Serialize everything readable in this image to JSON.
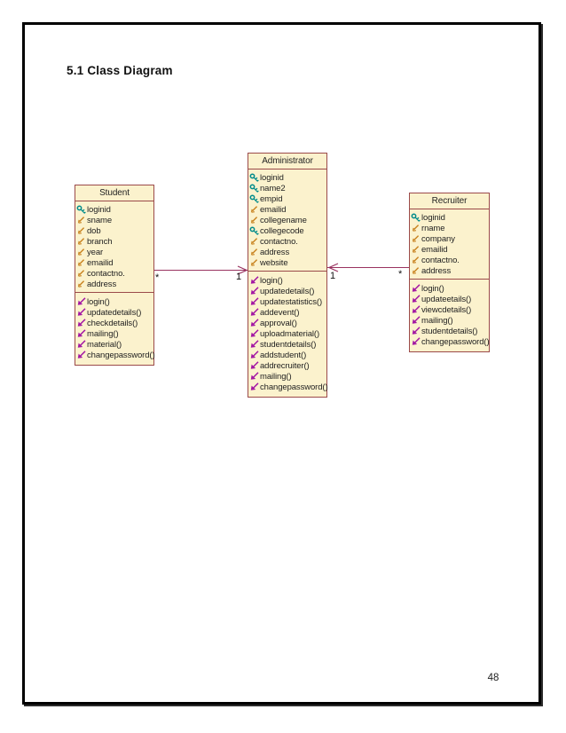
{
  "page": {
    "title": "5.1 Class Diagram",
    "page_number": "48"
  },
  "colors": {
    "class_fill": "#FBF2CD",
    "class_border": "#9B4A4A",
    "association_line": "#993360",
    "key_icon": "#008B8B",
    "attribute_icon": "#C8821E",
    "method_icon": "#A317A3"
  },
  "diagram": {
    "classes": [
      {
        "name": "Student",
        "attributes": [
          {
            "label": "loginid",
            "icon": "key"
          },
          {
            "label": "sname",
            "icon": "attribute"
          },
          {
            "label": "dob",
            "icon": "attribute"
          },
          {
            "label": "branch",
            "icon": "attribute"
          },
          {
            "label": "year",
            "icon": "attribute"
          },
          {
            "label": "emailid",
            "icon": "attribute"
          },
          {
            "label": "contactno.",
            "icon": "attribute"
          },
          {
            "label": "address",
            "icon": "attribute"
          }
        ],
        "methods": [
          {
            "label": "login()",
            "icon": "method"
          },
          {
            "label": "updatedetails()",
            "icon": "method"
          },
          {
            "label": "checkdetails()",
            "icon": "method"
          },
          {
            "label": "mailing()",
            "icon": "method"
          },
          {
            "label": "material()",
            "icon": "method"
          },
          {
            "label": "changepassword()",
            "icon": "method"
          }
        ]
      },
      {
        "name": "Administrator",
        "attributes": [
          {
            "label": "loginid",
            "icon": "key"
          },
          {
            "label": "name2",
            "icon": "key"
          },
          {
            "label": "empid",
            "icon": "key"
          },
          {
            "label": "emailid",
            "icon": "attribute"
          },
          {
            "label": "collegename",
            "icon": "attribute"
          },
          {
            "label": "collegecode",
            "icon": "key"
          },
          {
            "label": "contactno.",
            "icon": "attribute"
          },
          {
            "label": "address",
            "icon": "attribute"
          },
          {
            "label": "website",
            "icon": "attribute"
          }
        ],
        "methods": [
          {
            "label": "login()",
            "icon": "method"
          },
          {
            "label": "updatedetails()",
            "icon": "method"
          },
          {
            "label": "updatestatistics()",
            "icon": "method"
          },
          {
            "label": "addevent()",
            "icon": "method"
          },
          {
            "label": "approval()",
            "icon": "method"
          },
          {
            "label": "uploadmaterial()",
            "icon": "method"
          },
          {
            "label": "studentdetails()",
            "icon": "method"
          },
          {
            "label": "addstudent()",
            "icon": "method"
          },
          {
            "label": "addrecruiter()",
            "icon": "method"
          },
          {
            "label": "mailing()",
            "icon": "method"
          },
          {
            "label": "changepassword()",
            "icon": "method"
          }
        ]
      },
      {
        "name": "Recruiter",
        "attributes": [
          {
            "label": "loginid",
            "icon": "key"
          },
          {
            "label": "rname",
            "icon": "attribute"
          },
          {
            "label": "company",
            "icon": "attribute"
          },
          {
            "label": "emailid",
            "icon": "attribute"
          },
          {
            "label": "contactno.",
            "icon": "attribute"
          },
          {
            "label": "address",
            "icon": "attribute"
          }
        ],
        "methods": [
          {
            "label": "login()",
            "icon": "method"
          },
          {
            "label": "updateetails()",
            "icon": "method"
          },
          {
            "label": "viewcdetails()",
            "icon": "method"
          },
          {
            "label": "mailing()",
            "icon": "method"
          },
          {
            "label": "studentdetails()",
            "icon": "method"
          },
          {
            "label": "changepassword()",
            "icon": "method"
          }
        ]
      }
    ],
    "associations": [
      {
        "from": "Student",
        "to": "Administrator",
        "from_multiplicity": "*",
        "to_multiplicity": "1",
        "arrow_points_to": "Administrator"
      },
      {
        "from": "Recruiter",
        "to": "Administrator",
        "from_multiplicity": "*",
        "to_multiplicity": "1",
        "arrow_points_to": "Administrator"
      }
    ]
  }
}
